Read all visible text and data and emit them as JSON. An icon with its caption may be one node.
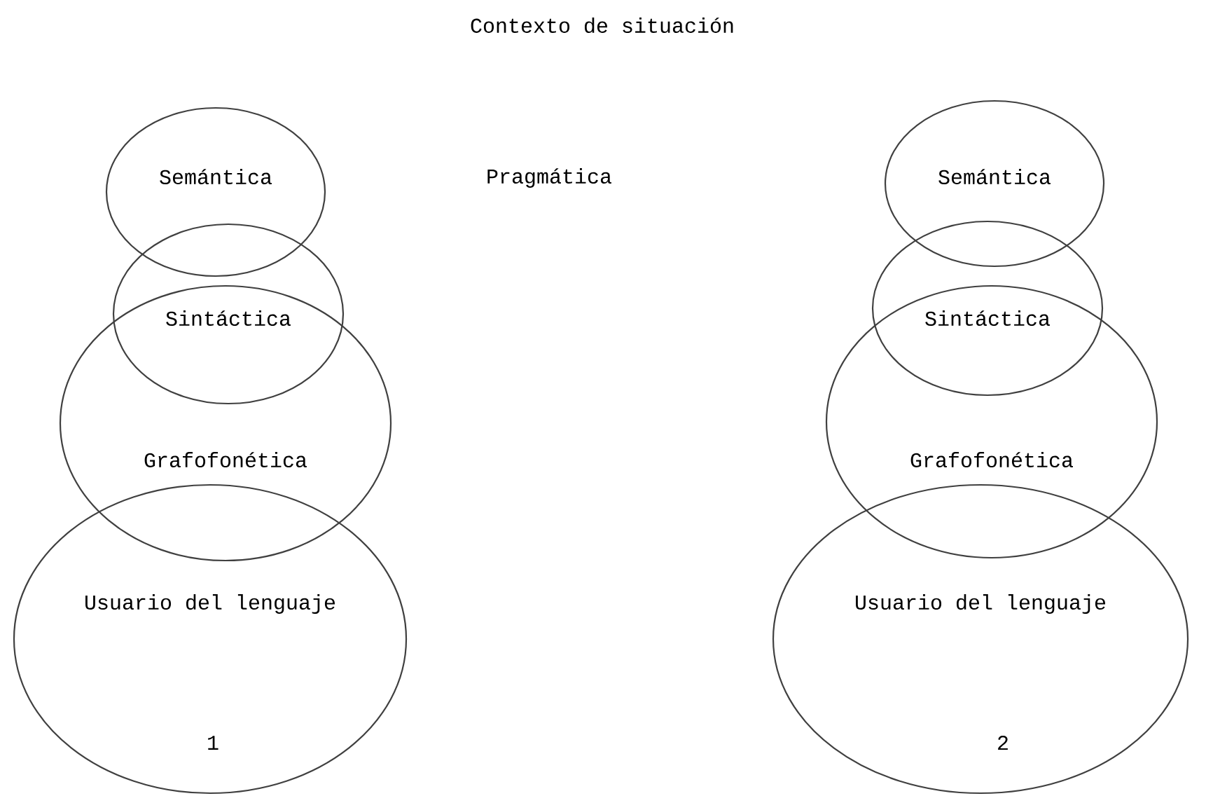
{
  "diagram": {
    "title": "Contexto de situación",
    "nodes": [
      {
        "text": [
          "Semántica"
        ]
      },
      {
        "text": [
          "Sintáctica"
        ]
      },
      {
        "text": [
          "Grafofonética"
        ]
      },
      {
        "text": [
          "Usuario del lenguaje"
        ]
      },
      {
        "text": [
          "Semántica"
        ]
      },
      {
        "text": [
          "Sintáctica"
        ]
      },
      {
        "text": [
          "Grafofonética"
        ]
      },
      {
        "text": [
          "Usuario del lenguaje"
        ]
      }
    ],
    "labels": [
      "Pragmática",
      "1",
      "2"
    ]
  }
}
